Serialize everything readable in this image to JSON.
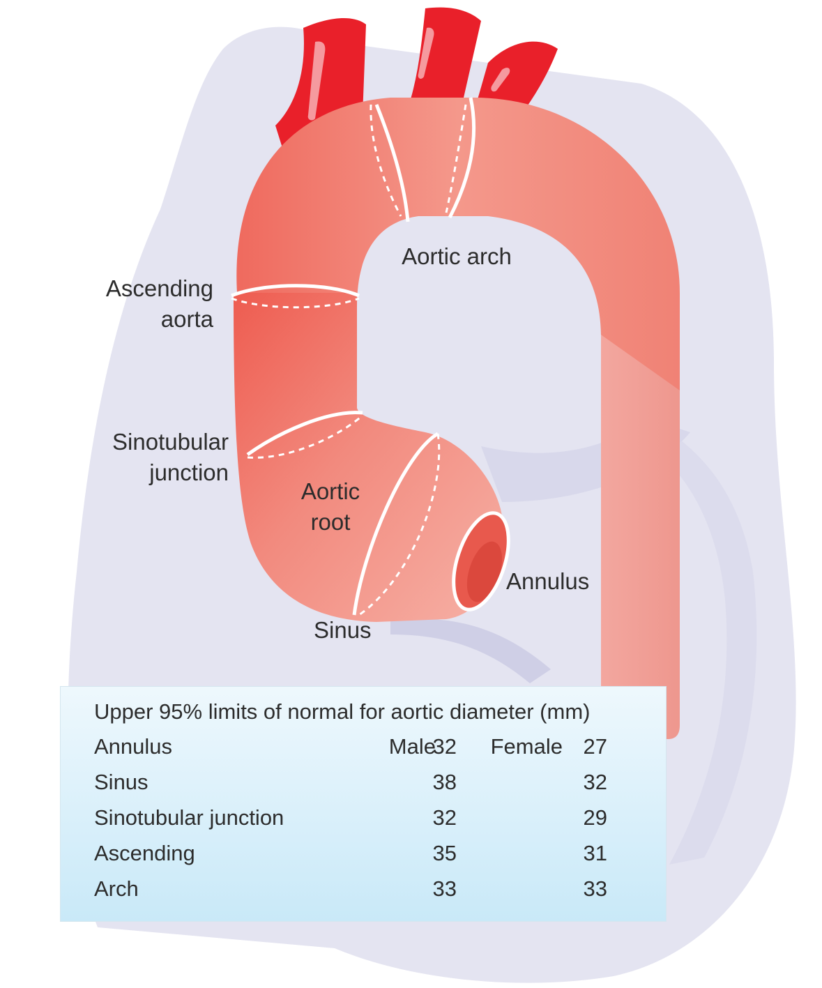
{
  "labels": {
    "aortic_arch": "Aortic arch",
    "ascending_aorta": [
      "Ascending",
      "aorta"
    ],
    "sinotubular_junction": [
      "Sinotubular",
      "junction"
    ],
    "aortic_root": [
      "Aortic",
      "root"
    ],
    "annulus": "Annulus",
    "sinus": "Sinus"
  },
  "table": {
    "title": "Upper 95% limits of normal for aortic diameter (mm)",
    "male_label": "Male",
    "female_label": "Female",
    "rows": [
      {
        "name": "Annulus",
        "male": "32",
        "female": "27"
      },
      {
        "name": "Sinus",
        "male": "38",
        "female": "32"
      },
      {
        "name": "Sinotubular junction",
        "male": "32",
        "female": "29"
      },
      {
        "name": "Ascending",
        "male": "35",
        "female": "31"
      },
      {
        "name": "Arch",
        "male": "33",
        "female": "33"
      }
    ]
  },
  "colors": {
    "heart_background": "#e4e4f1",
    "aorta_light": "#f7b6ad",
    "aorta_dark": "#ea5a4c",
    "branch_vessels": "#ea1c24",
    "descending_aorta": "#f0a69e",
    "boundary_lines": "#ffffff",
    "table_top": "#eef8fd",
    "table_bottom": "#c9e9f8"
  }
}
